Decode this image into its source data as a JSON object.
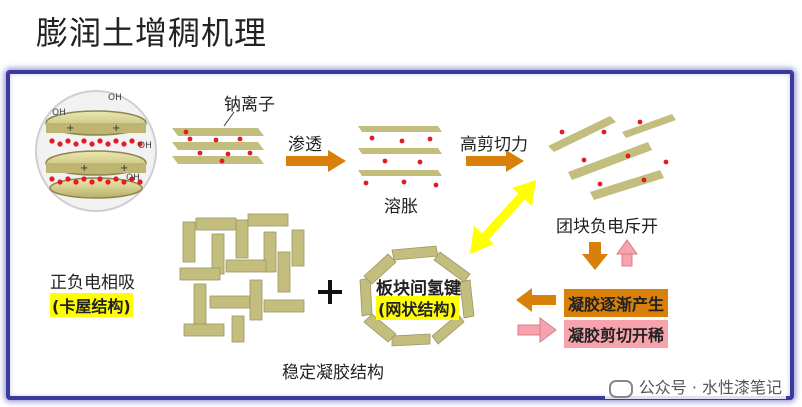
{
  "title": "膨润土增稠机理",
  "labels": {
    "sodium_ions": "钠离子",
    "osmosis": "渗透",
    "swelling": "溶胀",
    "high_shear": "高剪切力",
    "cluster_repel": "团块负电斥开",
    "attract_pos_neg": "正负电相吸",
    "card_house": "(卡屋结构)",
    "plus": "+",
    "plate_h_bond": "板块间氢键",
    "network": "(网状结构)",
    "stable_gel": "稳定凝胶结构",
    "gel_forming": "凝胶逐渐产生",
    "shear_thinning": "凝胶剪切开稀"
  },
  "particle_labels": {
    "oh": "OH",
    "plus_sign": "+"
  },
  "watermark": "公众号 · 水性漆笔记",
  "colors": {
    "plate": "#c3bd7e",
    "ion": "#e21b24",
    "orange_arrow": "#d9800a",
    "pink_arrow": "#f6a3ad",
    "yellow_arrow": "#ffff00"
  }
}
